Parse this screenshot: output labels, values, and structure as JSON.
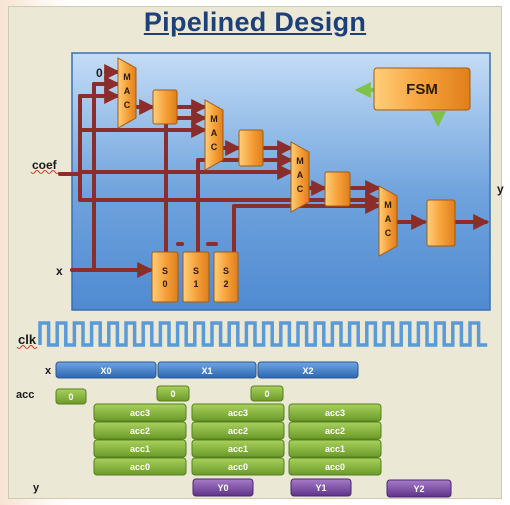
{
  "title": "Pipelined Design",
  "labels": {
    "zero": "0",
    "coef": "coef",
    "x_in": "x",
    "y_out": "y",
    "fsm": "FSM",
    "clk": "clk",
    "x_row": "x",
    "acc_row": "acc",
    "y_row": "y"
  },
  "mac": [
    "M",
    "A",
    "C"
  ],
  "shift_regs": [
    [
      "S",
      "0"
    ],
    [
      "S",
      "1"
    ],
    [
      "S",
      "2"
    ]
  ],
  "timing": {
    "x_values": [
      "X0",
      "X1",
      "X2"
    ],
    "acc_zeros": [
      "0",
      "0",
      "0"
    ],
    "acc_stacks": [
      [
        "acc3",
        "acc2",
        "acc1",
        "acc0"
      ],
      [
        "acc3",
        "acc2",
        "acc1",
        "acc0"
      ],
      [
        "acc3",
        "acc2",
        "acc1",
        "acc0"
      ]
    ],
    "y_values": [
      "Y0",
      "Y1",
      "Y2"
    ]
  },
  "colors": {
    "title": "#1e4079",
    "wire": "#8b2d2a",
    "mac_fill": "#f29a33",
    "panel": "#5d97d8",
    "timing_blue": "#3f7cc0",
    "timing_green": "#86b33d",
    "timing_purple": "#7a4aa0"
  }
}
